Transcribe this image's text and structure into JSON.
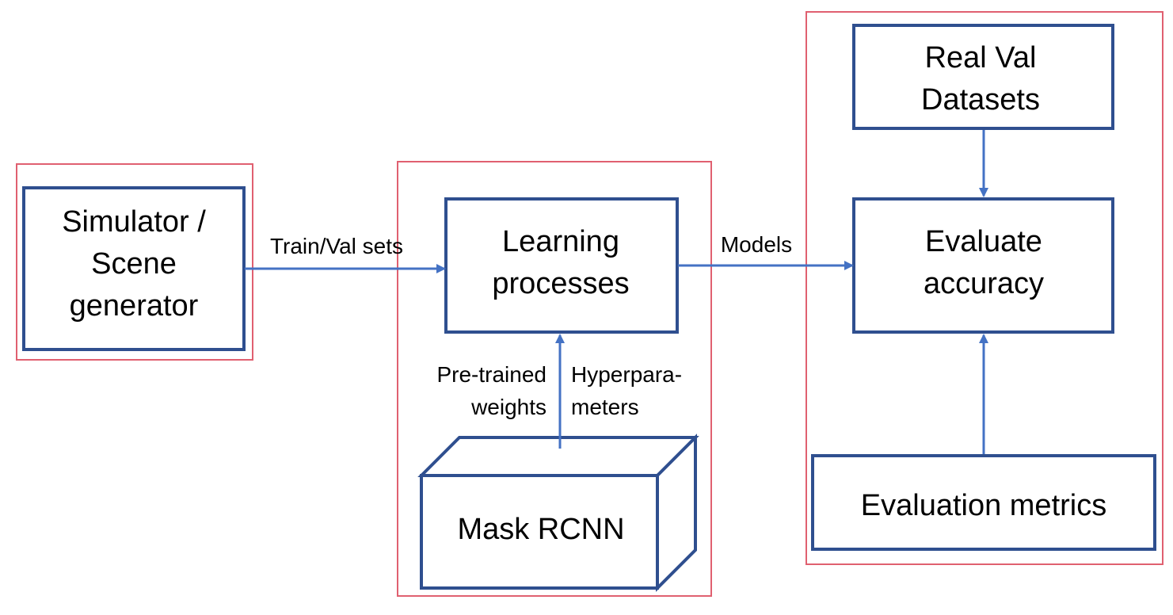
{
  "colors": {
    "group_border": "#e06070",
    "node_border": "#2f4f8f",
    "arrow": "#4472c4",
    "text": "#000000"
  },
  "nodes": {
    "simulator": {
      "lines": [
        "Simulator /",
        "Scene",
        "generator"
      ]
    },
    "learning": {
      "lines": [
        "Learning",
        "processes"
      ]
    },
    "mask_rcnn": {
      "lines": [
        "Mask RCNN"
      ]
    },
    "real_val": {
      "lines": [
        "Real Val",
        "Datasets"
      ]
    },
    "evaluate": {
      "lines": [
        "Evaluate",
        "accuracy"
      ]
    },
    "metrics": {
      "lines": [
        "Evaluation metrics"
      ]
    }
  },
  "edges": {
    "train_val": {
      "label": "Train/Val sets"
    },
    "models": {
      "label": "Models"
    },
    "pretrained": {
      "lines": [
        "Pre-trained",
        "weights"
      ]
    },
    "hyper": {
      "lines": [
        "Hyperpara-",
        "meters"
      ]
    }
  }
}
